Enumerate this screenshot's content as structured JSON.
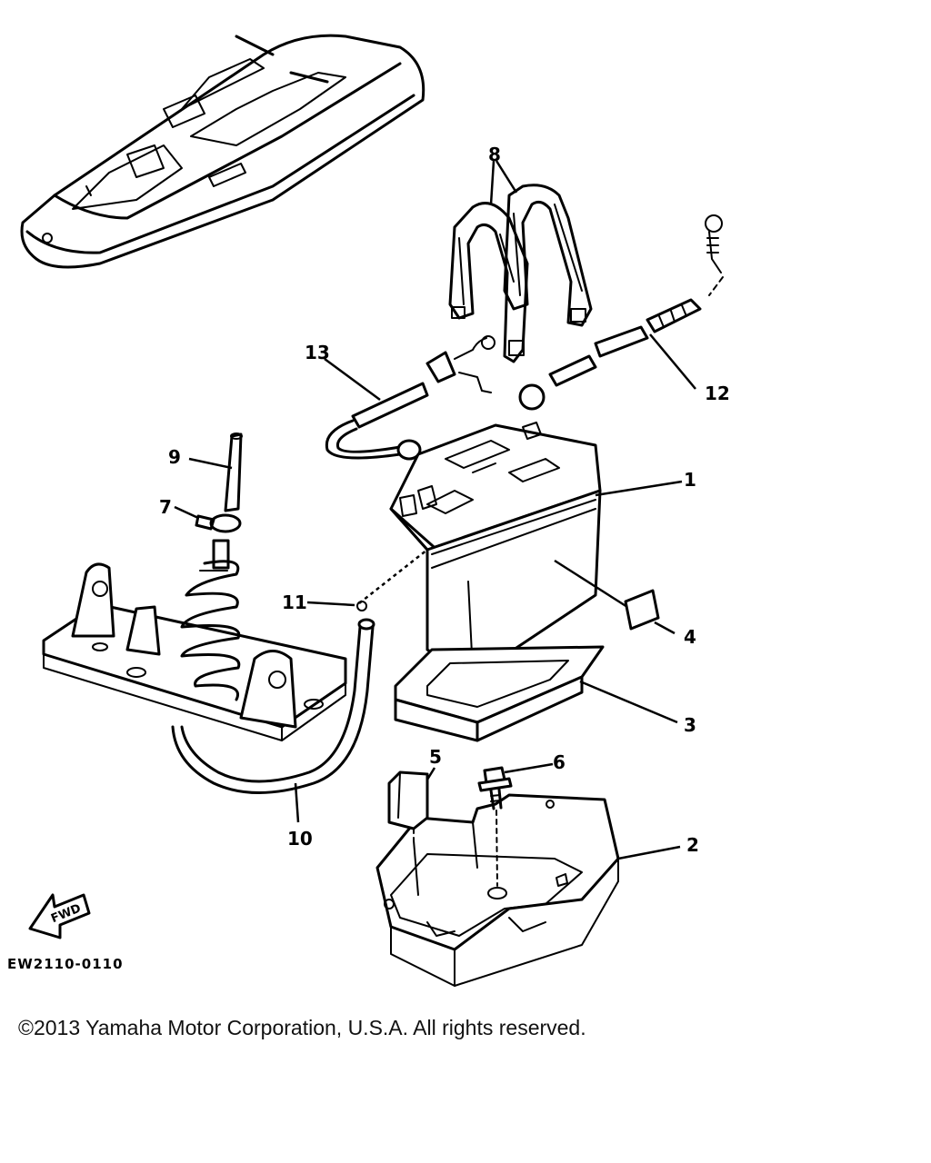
{
  "callouts": {
    "c1": "1",
    "c2": "2",
    "c3": "3",
    "c4": "4",
    "c5": "5",
    "c6": "6",
    "c7": "7",
    "c8": "8",
    "c9": "9",
    "c10": "10",
    "c11": "11",
    "c12": "12",
    "c13": "13"
  },
  "diagram_code": "EW2110-0110",
  "fwd_label": "FWD",
  "copyright": "©2013 Yamaha Motor Corporation, U.S.A. All rights reserved."
}
